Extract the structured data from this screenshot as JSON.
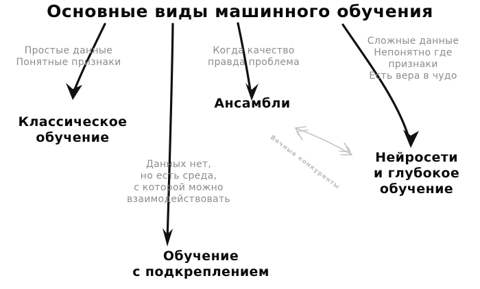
{
  "diagram": {
    "title": "Основные виды машинного обучения",
    "colors": {
      "node_text": "#0a0a0a",
      "condition_text": "#8c8c8c",
      "arrow": "#111111",
      "rival_arrow": "#c4c4c4",
      "background": "#ffffff"
    },
    "nodes": [
      {
        "id": "classic",
        "label": "Классическое\nобучение"
      },
      {
        "id": "ensembles",
        "label": "Ансамбли"
      },
      {
        "id": "neural",
        "label": "Нейросети\nи глубокое\nобучение"
      },
      {
        "id": "reinforcement",
        "label": "Обучение\nс подкреплением"
      }
    ],
    "edge_labels": [
      {
        "id": "classic-cond",
        "text": "Простые данные\nПонятные признаки"
      },
      {
        "id": "reinforcement-cond",
        "text": "Данных нет,\nно есть среда,\nс которой можно\nвзаимодействовать"
      },
      {
        "id": "ensembles-cond",
        "text": "Когда качество\nправда проблема"
      },
      {
        "id": "neural-cond",
        "text": "Сложные данные\nНепонятно где\nпризнаки\nЕсть вера в чудо"
      }
    ],
    "relation": {
      "id": "rivals",
      "text": "Вечные конкуренты"
    }
  }
}
